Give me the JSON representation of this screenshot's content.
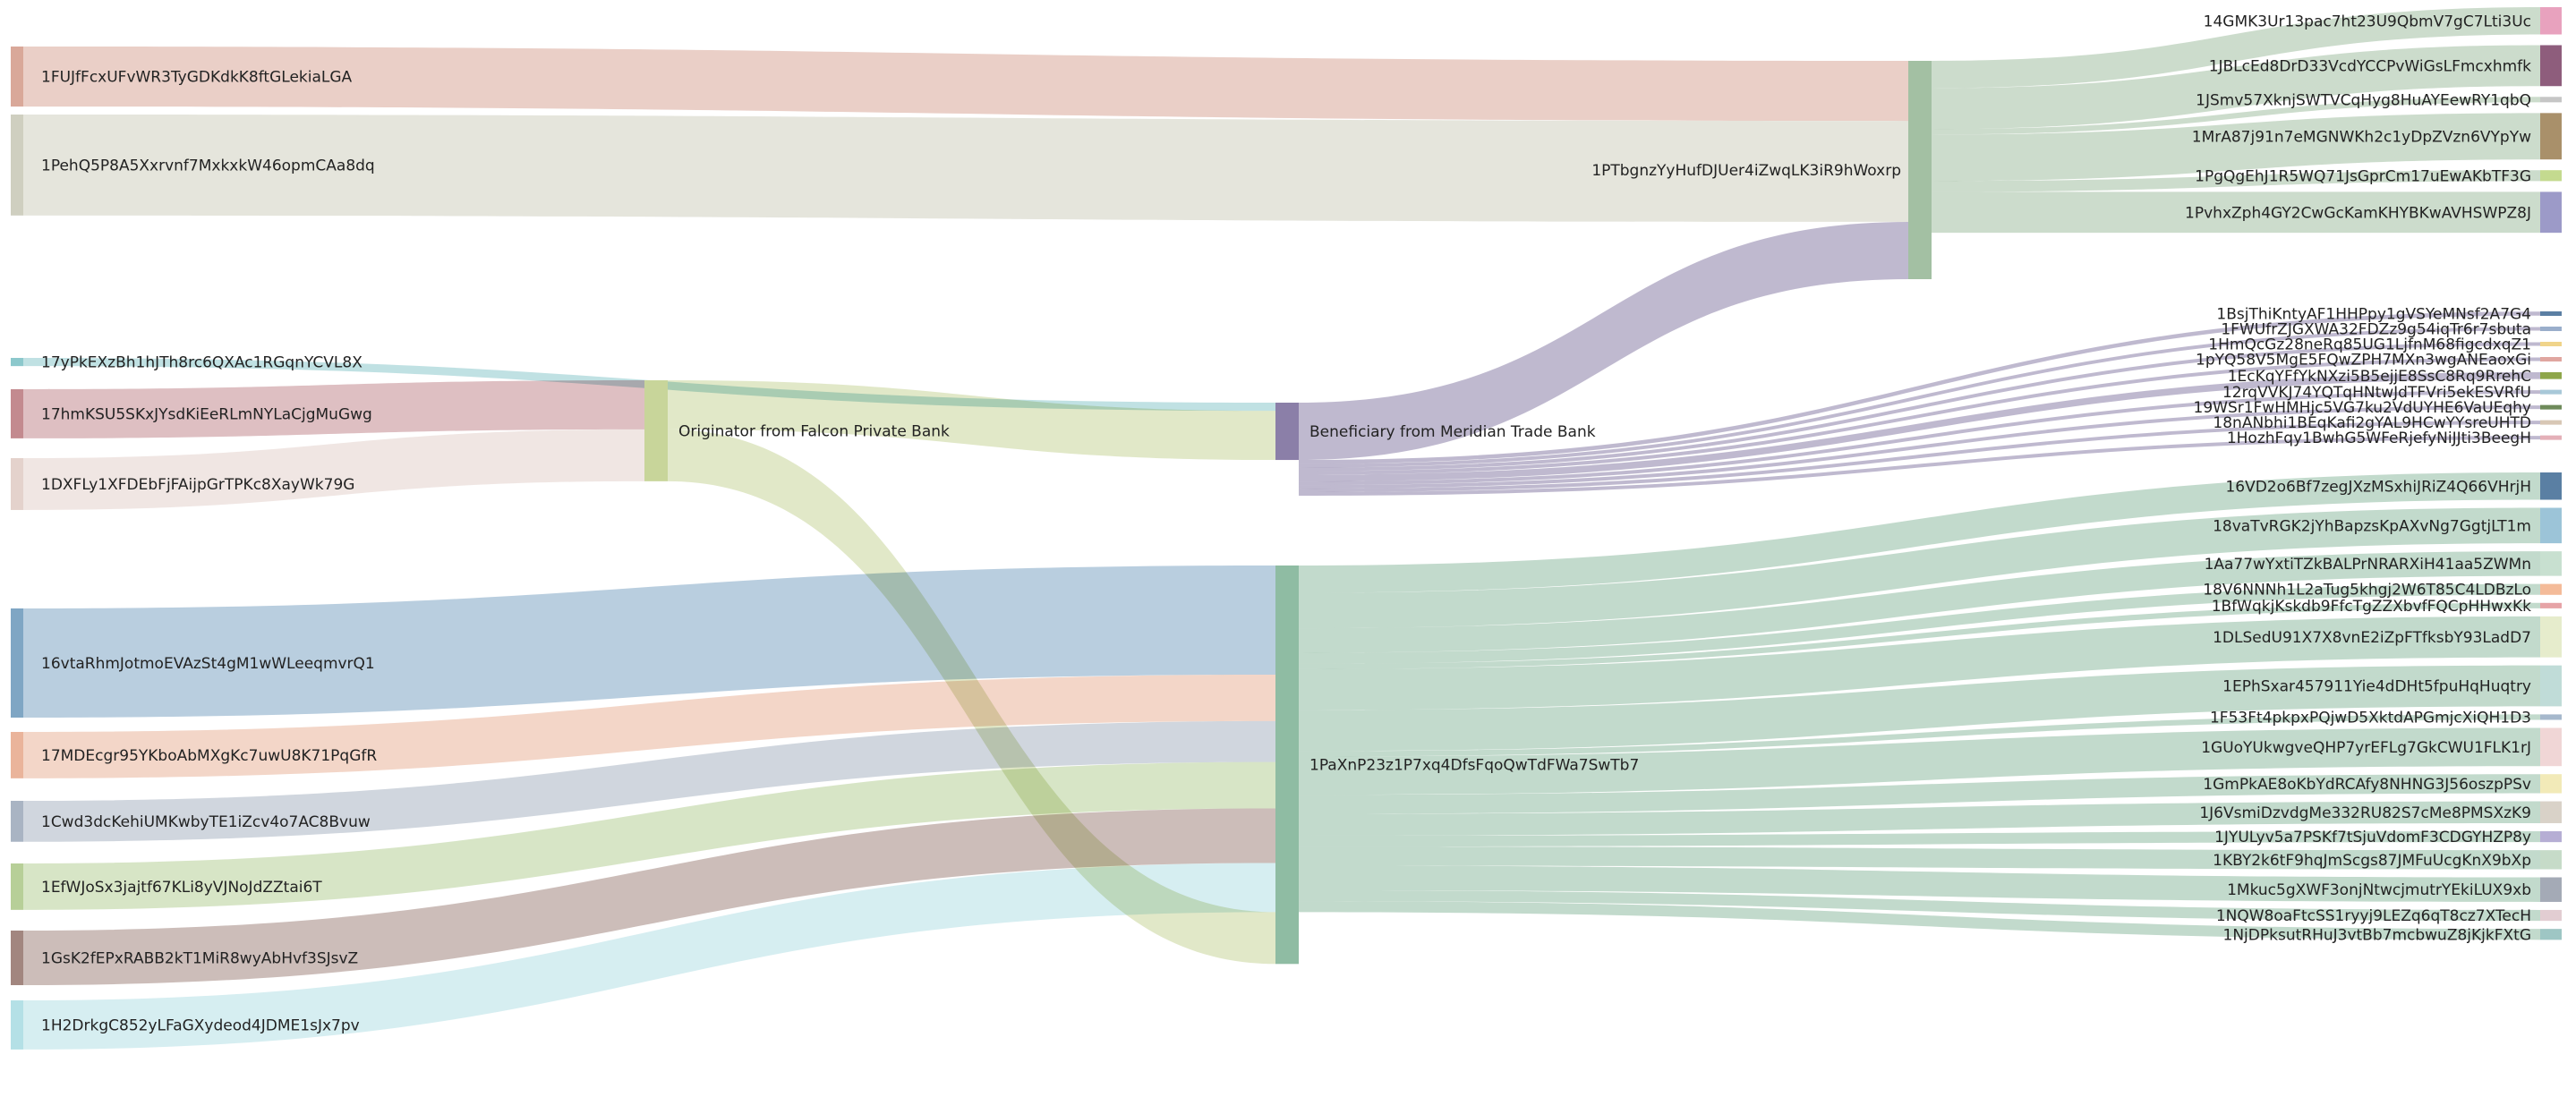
{
  "chart_data": {
    "type": "sankey",
    "title": "",
    "intermediaries": {
      "originator": "Originator from Falcon Private Bank",
      "beneficiary": "Beneficiary from Meridian Trade Bank",
      "hub_top": "1PTbgnzYyHufDJUer4iZwqLK3iR9hWoxrp",
      "hub_bottom": "1PaXnP23z1P7xq4DfsFqoQwTdFWa7SwTb7"
    },
    "sources": [
      {
        "name": "1FUJfFcxUFvWR3TyGDKdkK8ftGLekiaLGA",
        "value": 22,
        "color": "#d9a899",
        "target": "hub_top"
      },
      {
        "name": "1PehQ5P8A5Xxrvnf7MxkxkW46opmCAa8dq",
        "value": 37,
        "color": "#cfcfc0",
        "target": "hub_top"
      },
      {
        "name": "17yPkEXzBh1hJTh8rc6QXAc1RGqnYCVL8X",
        "value": 3,
        "color": "#8cc8cc",
        "target": "beneficiary"
      },
      {
        "name": "17hmKSU5SKxJYsdKiEeRLmNYLaCjgMuGwg",
        "value": 18,
        "color": "#c38a8f",
        "target": "originator"
      },
      {
        "name": "1DXFLy1XFDEbFjFAijpGrTPKc8XayWk79G",
        "value": 19,
        "color": "#e4d2cc",
        "target": "originator"
      },
      {
        "name": "16vtaRhmJotmoEVAzSt4gM1wWLeeqmvrQ1",
        "value": 40,
        "color": "#7fa6c4",
        "target": "hub_bottom"
      },
      {
        "name": "17MDEcgr95YKboAbMXgKc7uwU8K71PqGfR",
        "value": 17,
        "color": "#eab49b",
        "target": "hub_bottom"
      },
      {
        "name": "1Cwd3dcKehiUMKwbyTE1iZcv4o7AC8Bvuw",
        "value": 15,
        "color": "#a9b4c3",
        "target": "hub_bottom"
      },
      {
        "name": "1EfWJoSx3jajtf67KLi8yVJNoJdZZtai6T",
        "value": 17,
        "color": "#b7cf98",
        "target": "hub_bottom"
      },
      {
        "name": "1GsK2fEPxRABB2kT1MiR8wyAbHvf3SJsvZ",
        "value": 20,
        "color": "#a2867f",
        "target": "hub_bottom"
      },
      {
        "name": "1H2DrkgC852yLFaGXydeod4JDME1sJx7pv",
        "value": 18,
        "color": "#b4e0e6",
        "target": "hub_bottom"
      }
    ],
    "originator_flows": [
      {
        "target": "beneficiary",
        "value": 18
      },
      {
        "target": "hub_bottom",
        "value": 19
      }
    ],
    "beneficiary_flows": [
      {
        "target": "hub_top",
        "value": 21
      }
    ],
    "targets": [
      {
        "name": "14GMK3Ur13pac7ht23U9QbmV7gC7Lti3Uc",
        "value": 10,
        "color": "#e8a2be",
        "source": "hub_top"
      },
      {
        "name": "1JBLcEd8DrD33VcdYCCPvWiGsLFmcxhmfk",
        "value": 15,
        "color": "#8e5d7c",
        "source": "hub_top"
      },
      {
        "name": "1JSmv57XknjSWTVCqHyg8HuAYEewRY1qbQ",
        "value": 2,
        "color": "#c6c6c6",
        "source": "hub_top"
      },
      {
        "name": "1MrA87j91n7eMGNWKh2c1yDpZVzn6VYpYw",
        "value": 17,
        "color": "#a9906a",
        "source": "hub_top"
      },
      {
        "name": "1PgQgEhJ1R5WQ71JsGprCm17uEwAKbTF3G",
        "value": 4,
        "color": "#c4da8f",
        "source": "hub_top"
      },
      {
        "name": "1PvhxZph4GY2CwGcKamKHYBKwAVHSWPZ8J",
        "value": 15,
        "color": "#9c9ac8",
        "source": "hub_top"
      },
      {
        "name": "1BsjThiKntyAF1HHPpy1gVSYeMNsf2A7G4",
        "value": 1.5,
        "color": "#5b7fa3",
        "source": "beneficiary"
      },
      {
        "name": "1FWUfrZJGXWA32FDZz9g54iqTr6r7sbuta",
        "value": 1.3,
        "color": "#9aaecb",
        "source": "beneficiary"
      },
      {
        "name": "1HmQcGz28neRq85UG1LjfnM68figcdxqZ1",
        "value": 1.3,
        "color": "#f0d48a",
        "source": "beneficiary"
      },
      {
        "name": "1pYQ58V5MgE5FQwZPH7MXn3wgANEaoxGi",
        "value": 1.3,
        "color": "#e0a6a0",
        "source": "beneficiary"
      },
      {
        "name": "1EcKqYFfYkNXzi5B5ejjE8SsC8Rq9RrehC",
        "value": 2.5,
        "color": "#8ea64a",
        "source": "beneficiary"
      },
      {
        "name": "12rqVVKJ74YQTqHNtwJdTFVri5ekESVRfU",
        "value": 1.3,
        "color": "#a8c8d8",
        "source": "beneficiary"
      },
      {
        "name": "19WSr1FwHMHjc5VG7ku2VdUYHE6VaUEqhy",
        "value": 1.3,
        "color": "#6e8a5a",
        "source": "beneficiary"
      },
      {
        "name": "18nANbhi1BEqKafi2gYAL9HCwYYsreUHTD",
        "value": 1.3,
        "color": "#d8c7b5",
        "source": "beneficiary"
      },
      {
        "name": "1HozhFqy1BwhG5WFeRjefyNiJJti3BeegH",
        "value": 1.3,
        "color": "#e4b0b8",
        "source": "beneficiary"
      },
      {
        "name": "16VD2o6Bf7zegJXzMSxhiJRiZ4Q66VHrjH",
        "value": 10,
        "color": "#5a7fa3",
        "source": "hub_bottom"
      },
      {
        "name": "18vaTvRGK2jYhBapzsKpAXvNg7GgtjLT1m",
        "value": 13,
        "color": "#9cc4d8",
        "source": "hub_bottom"
      },
      {
        "name": "1Aa77wYxtiTZkBALPrNRARXiH41aa5ZWMn",
        "value": 9,
        "color": "#c8e0d0",
        "source": "hub_bottom"
      },
      {
        "name": "18V6NNNh1L2aTug5khgj2W6T85C4LDBzLo",
        "value": 4,
        "color": "#f4bb99",
        "source": "hub_bottom"
      },
      {
        "name": "1BfWqkjKskdb9FfcTgZZXbvfFQCpHHwxKk",
        "value": 2,
        "color": "#e6a3a6",
        "source": "hub_bottom"
      },
      {
        "name": "1DLSedU91X7X8vnE2iZpFTfksbY93LadD7",
        "value": 15,
        "color": "#e6eccc",
        "source": "hub_bottom"
      },
      {
        "name": "1EPhSxar457911Yie4dDHt5fpuHqHuqtry",
        "value": 15,
        "color": "#c0dcd8",
        "source": "hub_bottom"
      },
      {
        "name": "1F53Ft4pkpxPQjwD5XktdAPGmjcXiQH1D3",
        "value": 2,
        "color": "#a6b8cc",
        "source": "hub_bottom"
      },
      {
        "name": "1GUoYUkwgveQHP7yrEFLg7GkCWU1FLK1rJ",
        "value": 14,
        "color": "#f0d6d6",
        "source": "hub_bottom"
      },
      {
        "name": "1GmPkAE8oKbYdRCAfy8NHNG3J56oszpPSv",
        "value": 7,
        "color": "#f2eab8",
        "source": "hub_bottom"
      },
      {
        "name": "1J6VsmiDzvdgMe332RU82S7cMe8PMSXzK9",
        "value": 8,
        "color": "#d9d2c8",
        "source": "hub_bottom"
      },
      {
        "name": "1JYULyv5a7PSKf7tSjuVdomF3CDGYHZP8y",
        "value": 4,
        "color": "#b6aed4",
        "source": "hub_bottom"
      },
      {
        "name": "1KBY2k6tF9hqJmScgs87JMFuUcgKnX9bXp",
        "value": 7,
        "color": "#c6dbc8",
        "source": "hub_bottom"
      },
      {
        "name": "1Mkuc5gXWF3onjNtwcjmutrYEkiLUX9xb",
        "value": 9,
        "color": "#a4aab6",
        "source": "hub_bottom"
      },
      {
        "name": "1NQW8oaFtcSS1ryyj9LEZq6qT8cz7XTecH",
        "value": 4,
        "color": "#e2cdd2",
        "source": "hub_bottom"
      },
      {
        "name": "1NjDPksutRHuJ3vtBb7mcbwuZ8jKjkFXtG",
        "value": 4,
        "color": "#9ec6c4",
        "source": "hub_bottom"
      }
    ],
    "colors": {
      "originator": "#c8d59a",
      "beneficiary": "#8b7fa8",
      "hub_top": "#a3c0a3",
      "hub_bottom": "#8fbca3"
    }
  }
}
